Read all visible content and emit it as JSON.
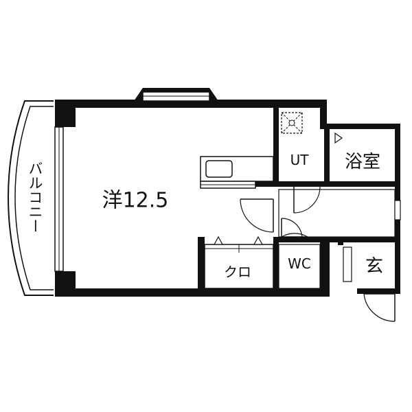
{
  "floorplan": {
    "rooms": {
      "western": "洋12.5",
      "balcony": "バルコニー",
      "ut": "UT",
      "bath": "浴室",
      "closet": "クロ",
      "wc": "WC",
      "entrance": "玄"
    }
  },
  "colors": {
    "wall": "#111111",
    "line": "#111111",
    "background": "#ffffff"
  }
}
